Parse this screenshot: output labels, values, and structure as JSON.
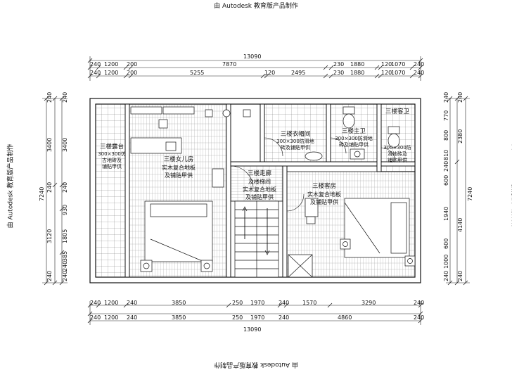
{
  "watermark": "由 Autodesk 教育版产品制作",
  "top_dims": {
    "overall": "13090",
    "row1": [
      "240",
      "1200",
      "200",
      "7870",
      "230",
      "1880",
      "120",
      "1070",
      "240"
    ],
    "row2": [
      "240",
      "1200",
      "200",
      "5255",
      "120",
      "2495",
      "230",
      "1880",
      "120",
      "1070",
      "240"
    ]
  },
  "bottom_dims": {
    "overall": "13090",
    "row1": [
      "240",
      "1200",
      "240",
      "3850",
      "250",
      "1970",
      "240",
      "1570",
      "3290",
      "240"
    ],
    "row2": [
      "240",
      "1200",
      "240",
      "3850",
      "250",
      "1970",
      "240",
      "4860",
      "240"
    ]
  },
  "left_dims": {
    "overall": "7240",
    "outer": [
      "240",
      "3400",
      "240",
      "3120",
      "240"
    ],
    "inner": [
      "240",
      "3400",
      "240",
      "930",
      "1805",
      "385",
      "240",
      "240"
    ]
  },
  "right_dims": {
    "overall": "7240",
    "outer": [
      "240",
      "2380",
      "4140",
      "240"
    ],
    "inner": [
      "240",
      "770",
      "800",
      "810",
      "240",
      "600",
      "1940",
      "600",
      "1000",
      "240"
    ]
  },
  "rooms": {
    "terrace": {
      "name": "三楼露台",
      "l1": "300×300仿",
      "l2": "古地砖及",
      "l3": "铺贴甲供"
    },
    "daughter": {
      "name": "三楼女儿房",
      "l1": "实木复合地板",
      "l2": "及铺贴甲供"
    },
    "closet": {
      "name": "三楼衣帽间",
      "l1": "300×300防滑地",
      "l2": "砖及铺贴甲供"
    },
    "master_bath": {
      "name": "三楼主卫",
      "l1": "300×300防滑地",
      "l2": "砖及铺贴甲供"
    },
    "guest_bath": {
      "name": "三楼客卫",
      "l1": "300×300防",
      "l2": "滑地砖及",
      "l3": "铺贴甲供"
    },
    "corridor": {
      "name": "三楼走廊",
      "l1": "及楼梯间",
      "l2": "实木复合地板",
      "l3": "及铺贴甲供"
    },
    "guest": {
      "name": "三楼客房",
      "l1": "实木复合地板",
      "l2": "及铺贴甲供"
    }
  }
}
